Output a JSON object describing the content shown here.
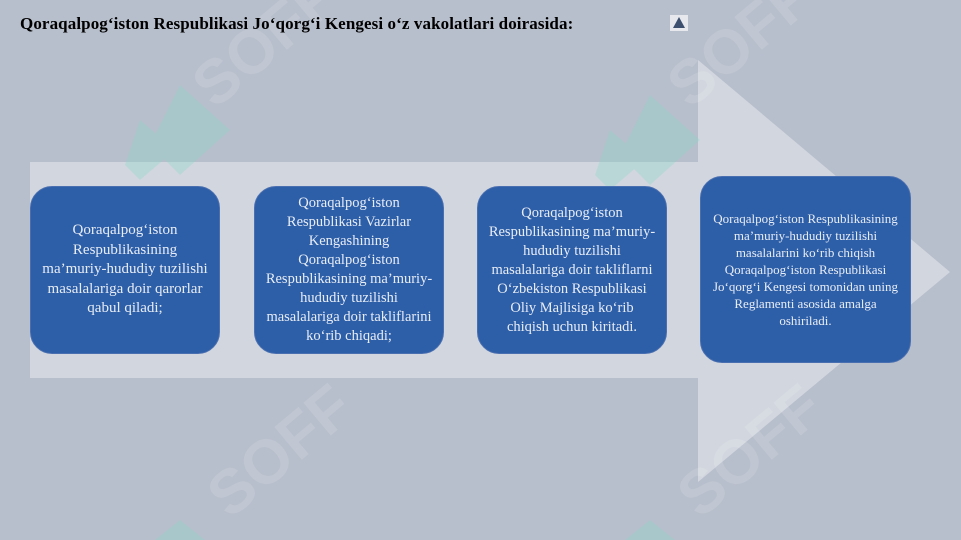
{
  "title": "Qoraqalpog‘iston Respublikasi Jo‘qorg‘i Kengesi o‘z vakolatlari doirasida:",
  "watermark_text": "SOFF",
  "colors": {
    "background": "#b8bfcc",
    "arrow": "#d2d6de",
    "box_fill": "#2d5ea8",
    "box_text": "#e8edf6"
  },
  "steps": [
    {
      "text": "Qoraqalpog‘iston Respublikasining ma’muriy-hududiy tuzilishi masalalariga doir qarorlar qabul qiladi;"
    },
    {
      "text": "Qoraqalpog‘iston Respublikasi Vazirlar Kengashining Qoraqalpog‘iston Respublikasining ma’muriy-hududiy tuzilishi masalalariga doir takliflarini ko‘rib chiqadi;"
    },
    {
      "text": "Qoraqalpog‘iston Respublikasining ma’muriy-hududiy tuzilishi masalalariga doir takliflarni O‘zbekiston Respublikasi Oliy Majlisiga ko‘rib chiqish uchun kiritadi."
    },
    {
      "text": "Qoraqalpog‘iston Respublikasining ma’muriy-hududiy tuzilishi masalalarini ko‘rib chiqish Qoraqalpog‘iston Respublikasi Jo‘qorg‘i Kengesi tomonidan uning Reglamenti asosida amalga oshiriladi."
    }
  ]
}
